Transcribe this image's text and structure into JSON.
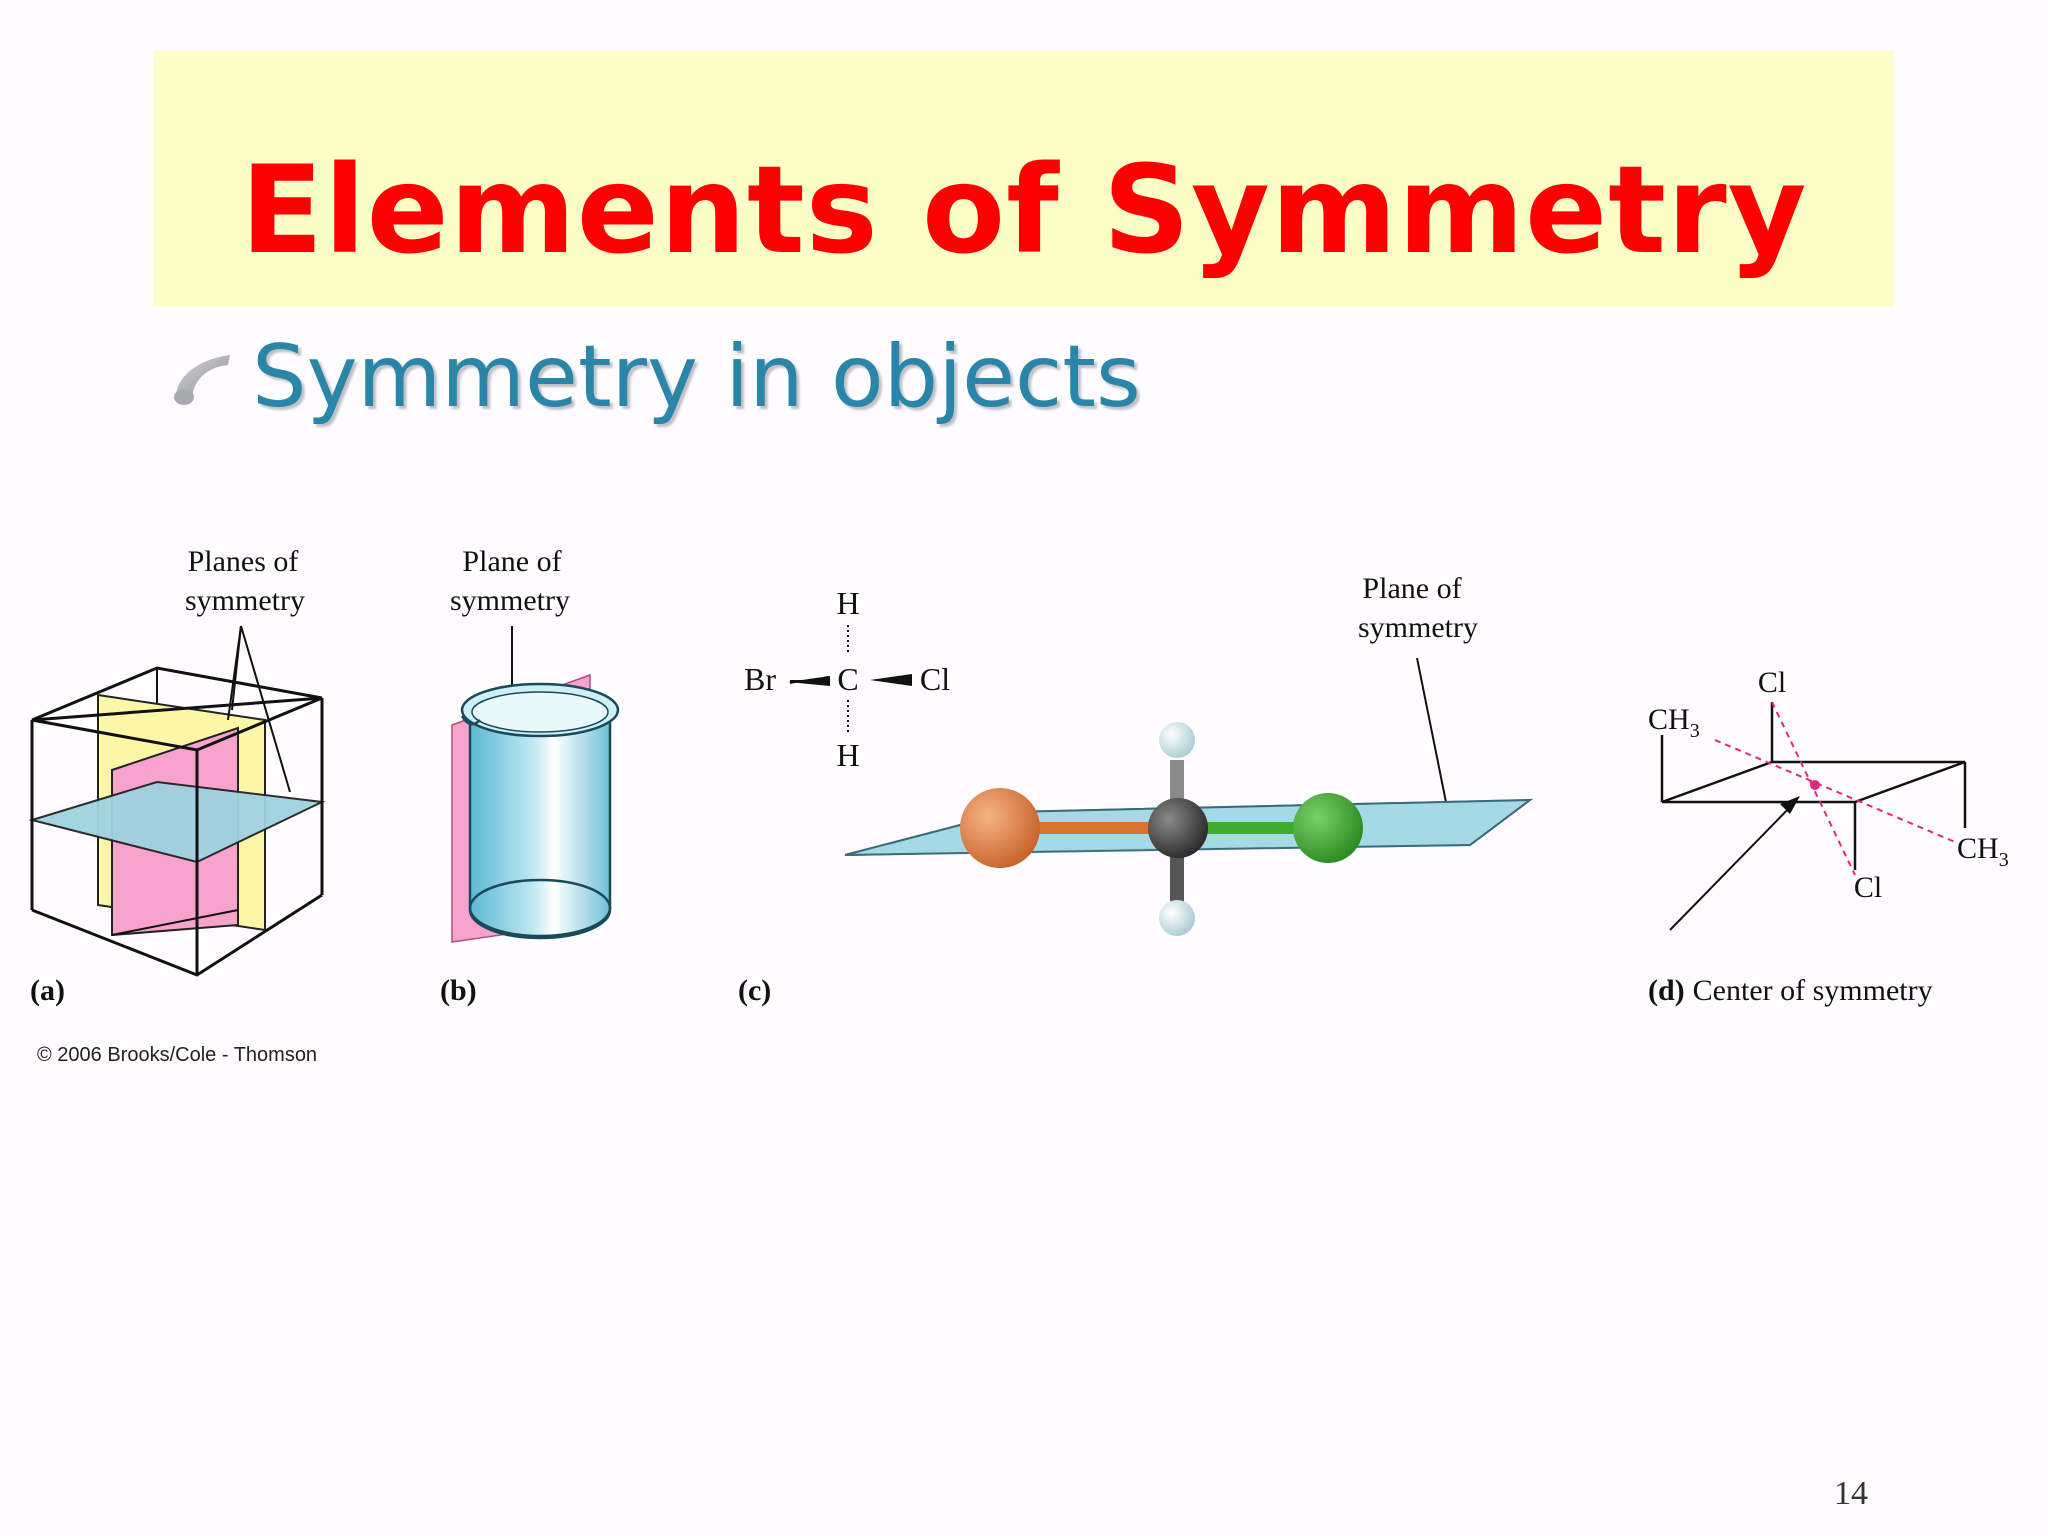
{
  "slide": {
    "title": "Elements of Symmetry",
    "bullet": "Symmetry in objects",
    "page_number": "14"
  },
  "figure": {
    "a": {
      "label_line1": "Planes of",
      "label_line2": "symmetry",
      "caption": "(a)"
    },
    "b": {
      "label_line1": "Plane of",
      "label_line2": "symmetry",
      "caption": "(b)"
    },
    "c": {
      "label_line1": "Plane of",
      "label_line2": "symmetry",
      "caption": "(c)",
      "atom_top": "H",
      "atom_bottom": "H",
      "atom_left": "Br",
      "atom_center": "C",
      "atom_right": "Cl"
    },
    "d": {
      "caption_letter": "(d)",
      "caption_text": "Center of symmetry",
      "cl_top": "Cl",
      "cl_bottom": "Cl",
      "ch3_left": "CH",
      "ch3_right": "CH",
      "subscript": "3"
    },
    "copyright": "© 2006 Brooks/Cole - Thomson"
  },
  "colors": {
    "title": "#ff0000",
    "title_band": "#fdfdc8",
    "bullet_text": "#2a86a8",
    "plane_yellow": "#fbf7a6",
    "plane_pink": "#f7a3cc",
    "plane_blue": "#9fd3e0",
    "bromine": "#e0803c",
    "chlorine": "#3cac2c",
    "carbon": "#555555",
    "hydrogen": "#d8ecef",
    "dash_magenta": "#e0287a"
  }
}
